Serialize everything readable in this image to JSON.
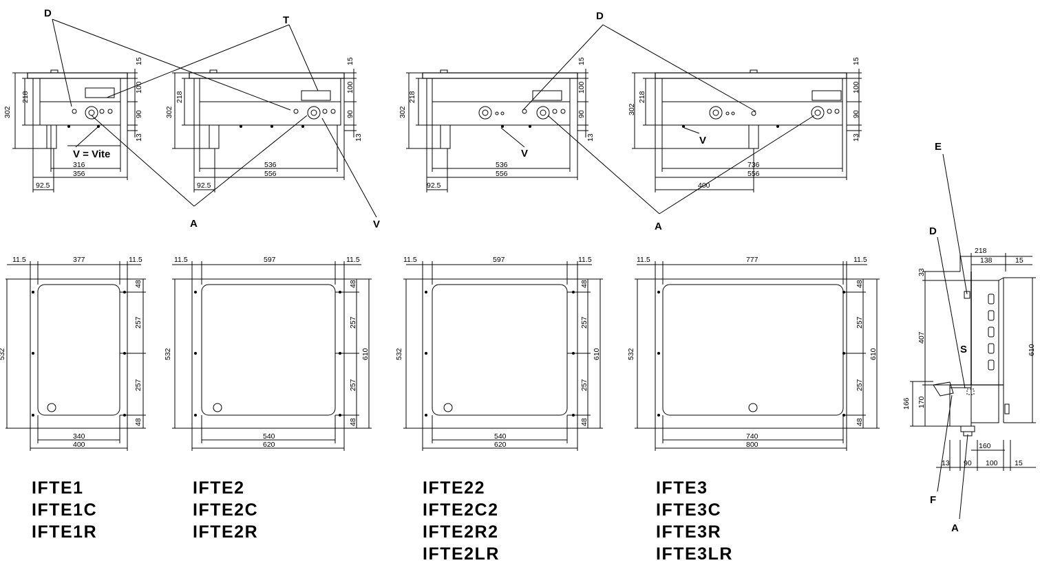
{
  "labels": {
    "D": "D",
    "T": "T",
    "A": "A",
    "V": "V",
    "E": "E",
    "S": "S",
    "F": "F",
    "v_vite": "V = Vite"
  },
  "front": {
    "common": {
      "top": "15",
      "mid1": "100",
      "mid2": "90",
      "bot": "13",
      "h302": "302",
      "h218": "218"
    },
    "u1": {
      "inner": "316",
      "outer": "356",
      "off": "92.5"
    },
    "u2": {
      "inner": "536",
      "outer": "556",
      "off": "92.5"
    },
    "u3": {
      "inner": "536",
      "outer": "556",
      "off": "92.5"
    },
    "u4": {
      "inner": "736",
      "outer": "556",
      "off": "400"
    }
  },
  "plan": {
    "common": {
      "edge": "11.5",
      "h532": "532",
      "h610": "610",
      "d48": "48",
      "d257": "257"
    },
    "u1": {
      "top": "377",
      "inner": "340",
      "outer": "400"
    },
    "u2": {
      "top": "597",
      "inner": "540",
      "outer": "620"
    },
    "u3": {
      "top": "597",
      "inner": "540",
      "outer": "620"
    },
    "u4": {
      "top": "777",
      "inner": "740",
      "outer": "800"
    }
  },
  "side": {
    "w218": "218",
    "w138": "138",
    "w15": "15",
    "h33": "33",
    "h407": "407",
    "h166": "166",
    "h170": "170",
    "h610": "610",
    "w160": "160",
    "b13": "13",
    "b90": "90",
    "b100": "100",
    "b15": "15"
  },
  "models": {
    "g1": [
      "IFTE1",
      "IFTE1C",
      "IFTE1R"
    ],
    "g2": [
      "IFTE2",
      "IFTE2C",
      "IFTE2R"
    ],
    "g3": [
      "IFTE22",
      "IFTE2C2",
      "IFTE2R2",
      "IFTE2LR"
    ],
    "g4": [
      "IFTE3",
      "IFTE3C",
      "IFTE3R",
      "IFTE3LR"
    ]
  }
}
